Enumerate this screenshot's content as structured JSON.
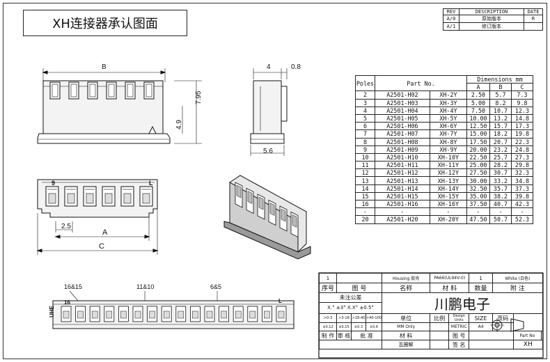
{
  "drawing_title": "XH连接器承认图面",
  "revision_table": {
    "headers": [
      "REV",
      "DESCRIPTION",
      "DATE"
    ],
    "rows": [
      {
        "rev": "A/0",
        "desc": "原始版本",
        "date": "R"
      },
      {
        "rev": "A/1",
        "desc": "修订版本",
        "date": ""
      }
    ]
  },
  "dim_labels": {
    "b": "B",
    "w4": "4",
    "w08": "0.8",
    "h795": "7.95",
    "h49": "4.9",
    "w56": "5.6",
    "pin9": "9",
    "pinL": "L",
    "p25": "2.5",
    "a": "A",
    "c": "C",
    "b1615": "16&15",
    "b1110": "11&10",
    "b65": "6&5",
    "ute": "UHE",
    "p16": "16",
    "pL2": "L"
  },
  "dimensions_table": {
    "headers": {
      "poles": "Poles",
      "part_no": "Part No.",
      "dimensions": "Dimensions mm",
      "a": "A",
      "b": "B",
      "c": "C"
    },
    "rows": [
      {
        "poles": "2",
        "part": "A2501-H02",
        "model": "XH-2Y",
        "a": "2.50",
        "b": "5.7",
        "c": "7.3"
      },
      {
        "poles": "3",
        "part": "A2501-H03",
        "model": "XH-3Y",
        "a": "5.00",
        "b": "8.2",
        "c": "9.8"
      },
      {
        "poles": "4",
        "part": "A2501-H04",
        "model": "XH-4Y",
        "a": "7.50",
        "b": "10.7",
        "c": "12.3"
      },
      {
        "poles": "5",
        "part": "A2501-H05",
        "model": "XH-5Y",
        "a": "10.00",
        "b": "13.2",
        "c": "14.8"
      },
      {
        "poles": "6",
        "part": "A2501-H06",
        "model": "XH-6Y",
        "a": "12.50",
        "b": "15.7",
        "c": "17.3"
      },
      {
        "poles": "7",
        "part": "A2501-H07",
        "model": "XH-7Y",
        "a": "15.00",
        "b": "18.2",
        "c": "19.8"
      },
      {
        "poles": "8",
        "part": "A2501-H08",
        "model": "XH-8Y",
        "a": "17.50",
        "b": "20.7",
        "c": "22.3"
      },
      {
        "poles": "9",
        "part": "A2501-H09",
        "model": "XH-9Y",
        "a": "20.00",
        "b": "23.2",
        "c": "24.8"
      },
      {
        "poles": "10",
        "part": "A2501-H10",
        "model": "XH-10Y",
        "a": "22.50",
        "b": "25.7",
        "c": "27.3"
      },
      {
        "poles": "11",
        "part": "A2501-H11",
        "model": "XH-11Y",
        "a": "25.00",
        "b": "28.2",
        "c": "29.8"
      },
      {
        "poles": "12",
        "part": "A2501-H12",
        "model": "XH-12Y",
        "a": "27.50",
        "b": "30.7",
        "c": "32.3"
      },
      {
        "poles": "13",
        "part": "A2501-H13",
        "model": "XH-13Y",
        "a": "30.00",
        "b": "33.2",
        "c": "34.8"
      },
      {
        "poles": "14",
        "part": "A2501-H14",
        "model": "XH-14Y",
        "a": "32.50",
        "b": "35.7",
        "c": "37.3"
      },
      {
        "poles": "15",
        "part": "A2501-H15",
        "model": "XH-15Y",
        "a": "35.00",
        "b": "38.2",
        "c": "39.8"
      },
      {
        "poles": "16",
        "part": "A2501-H16",
        "model": "XH-16Y",
        "a": "37.50",
        "b": "40.7",
        "c": "42.3"
      },
      {
        "poles": "-",
        "part": "-",
        "model": "-",
        "a": "-",
        "b": "-",
        "c": "-"
      },
      {
        "poles": "20",
        "part": "A2501-H20",
        "model": "XH-20Y",
        "a": "47.50",
        "b": "50.7",
        "c": "52.3"
      }
    ]
  },
  "title_block": {
    "row1": {
      "qty1": "1",
      "housing": "Housing 胶壳",
      "material": "PA66(UL94V-0)",
      "qty2": "1",
      "color": "White (白色)"
    },
    "row2": {
      "seq": "序号",
      "drawing_no": "图 号",
      "name": "名称",
      "material": "材 料",
      "qty": "数量",
      "note": "附 注"
    },
    "tolerance": "未注公差",
    "tol_angle": "X.° ±3° X.X° ±0.5°",
    "tol_ranges": [
      ">0-3",
      ">3-18",
      ">18-40",
      ">40-100"
    ],
    "tol_values": [
      "±0.12",
      "±0.15",
      "±0.3",
      "±0.6"
    ],
    "unit_label": "单位",
    "unit_val": "MM Only",
    "scale_label": "比例",
    "scale_val": "",
    "design_units_label": "Design Units",
    "design_units_val": "METRIC",
    "size_label": "SIZE",
    "size_val": "A4",
    "page_label": "页码",
    "company": "川鹏电子",
    "make": "制 作",
    "review": "审 核",
    "approve": "批 准",
    "mat": "材 料",
    "drawing": "图 号",
    "part_no_label": "Part No",
    "part_no_val": "XH",
    "code_label": "瓦圈解",
    "sign_label": "签 名"
  }
}
